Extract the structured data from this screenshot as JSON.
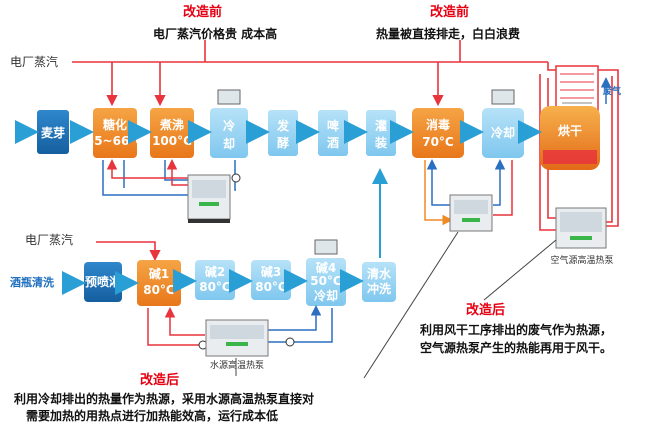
{
  "colors": {
    "red_line": "#e8343c",
    "orange_box": "#f08a24",
    "blue_box": "#39a9e6",
    "light_blue_box": "#8fd0f2",
    "navy_box": "#1f74b8",
    "arrow_teal": "#2a9fd6",
    "note_red": "#e60012",
    "gray_line": "#444444"
  },
  "notes": {
    "before_1_title": "改造前",
    "before_1_text": "电厂蒸汽价格贵 成本高",
    "before_2_title": "改造前",
    "before_2_text": "热量被直接排走，白白浪费",
    "after_1_title": "改造后",
    "after_1_line1": "利用冷却排出的热量作为热源，采用水源高温热泵直接对",
    "after_1_line2": "需要加热的用热点进行加热能效高，运行成本低",
    "after_2_title": "改造后",
    "after_2_line1": "利用风干工序排出的废气作为热源，",
    "after_2_line2": "空气源热泵产生的热能再用于风干。"
  },
  "steam_top": "电厂蒸汽",
  "steam_bottom": "电厂蒸汽",
  "bottle_wash": "酒瓶清洗",
  "waste_gas": "废气",
  "air_pump_label": "空气源高温热泵",
  "water_pump_label": "水源高温热泵",
  "top_row": {
    "maiya": "麦芽",
    "tanghua_1": "糖化",
    "tanghua_2": "55~66°C",
    "zhufei_1": "煮沸",
    "zhufei_2": "100°C",
    "lengque_a": "冷",
    "lengque_b": "却",
    "fajiao_a": "发",
    "fajiao_b": "酵",
    "pijiu_a": "啤",
    "pijiu_b": "酒",
    "guanzhuang_a": "灌",
    "guanzhuang_b": "装",
    "xiaodu_1": "消毒",
    "xiaodu_2": "70°C",
    "lengque2": "冷却",
    "honggan": "烘干"
  },
  "bottom_row": {
    "yupenlin": "预喷淋",
    "jian1_1": "碱1",
    "jian1_2": "80°C",
    "jian2_1": "碱2",
    "jian2_2": "80°C",
    "jian3_1": "碱3",
    "jian3_2": "80°C",
    "jian4_1": "碱4",
    "jian4_2": "50°C",
    "jian4_3": "冷却",
    "qingshui_1": "清水",
    "qingshui_2": "冲洗"
  }
}
